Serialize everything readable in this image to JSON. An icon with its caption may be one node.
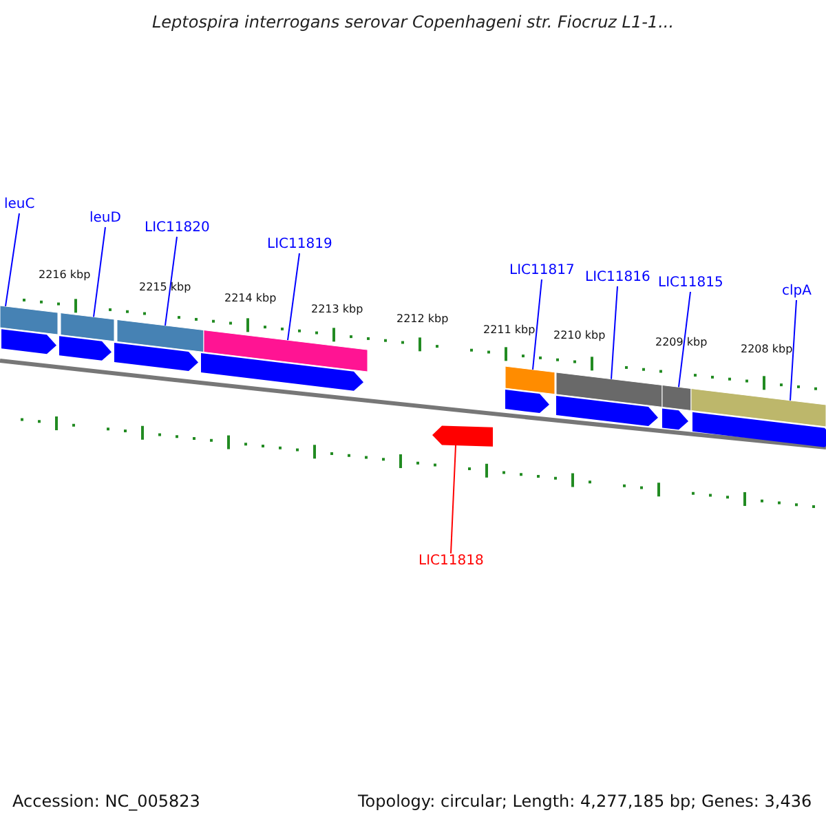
{
  "diagram": {
    "title": "Leptospira interrogans serovar Copenhageni str. Fiocruz L1-1...",
    "nodes": [
      {
        "text": [
          "leuC"
        ]
      },
      {
        "text": [
          "leuD"
        ]
      },
      {
        "text": [
          "LIC11820"
        ]
      },
      {
        "text": [
          "LIC11819"
        ]
      },
      {
        "text": [
          "LIC11817"
        ]
      },
      {
        "text": [
          "LIC11816"
        ]
      },
      {
        "text": [
          "LIC11815"
        ]
      },
      {
        "text": [
          "clpA"
        ]
      },
      {
        "text": [
          "LIC11818"
        ]
      },
      {
        "text": [],
        "shape": "bar"
      },
      {
        "text": [],
        "shape": "bar"
      },
      {
        "text": [],
        "shape": "bar"
      },
      {
        "text": [],
        "shape": "bar"
      },
      {
        "text": [],
        "shape": "bar"
      },
      {
        "text": [],
        "shape": "bar"
      },
      {
        "text": [],
        "shape": "bar"
      },
      {
        "text": [],
        "shape": "bar"
      },
      {
        "text": [],
        "shape": "arrow"
      },
      {
        "text": [],
        "shape": "arrow"
      },
      {
        "text": [],
        "shape": "arrow"
      },
      {
        "text": [],
        "shape": "arrow"
      },
      {
        "text": [],
        "shape": "arrow"
      },
      {
        "text": [],
        "shape": "arrow"
      },
      {
        "text": [],
        "shape": "arrow"
      },
      {
        "text": [],
        "shape": "arrow"
      },
      {
        "text": [],
        "shape": "arrow"
      }
    ],
    "edges": [
      {
        "from": 0,
        "to": 9,
        "arrow": "none"
      },
      {
        "from": 1,
        "to": 10,
        "arrow": "none"
      },
      {
        "from": 2,
        "to": 11,
        "arrow": "none"
      },
      {
        "from": 3,
        "to": 12,
        "arrow": "none"
      },
      {
        "from": 4,
        "to": 13,
        "arrow": "none"
      },
      {
        "from": 5,
        "to": 14,
        "arrow": "none"
      },
      {
        "from": 6,
        "to": 15,
        "arrow": "none"
      },
      {
        "from": 7,
        "to": 16,
        "arrow": "none"
      },
      {
        "from": 8,
        "to": 17,
        "arrow": "none",
        "color": "#ff0000"
      }
    ],
    "labels": [
      "2216 kbp",
      "2215 kbp",
      "2214 kbp",
      "2213 kbp",
      "2212 kbp",
      "2211 kbp",
      "2210 kbp",
      "2209 kbp",
      "2208 kbp",
      "Accession: NC_005823",
      "Topology: circular; Length: 4,277,185 bp; Genes: 3,436"
    ]
  }
}
